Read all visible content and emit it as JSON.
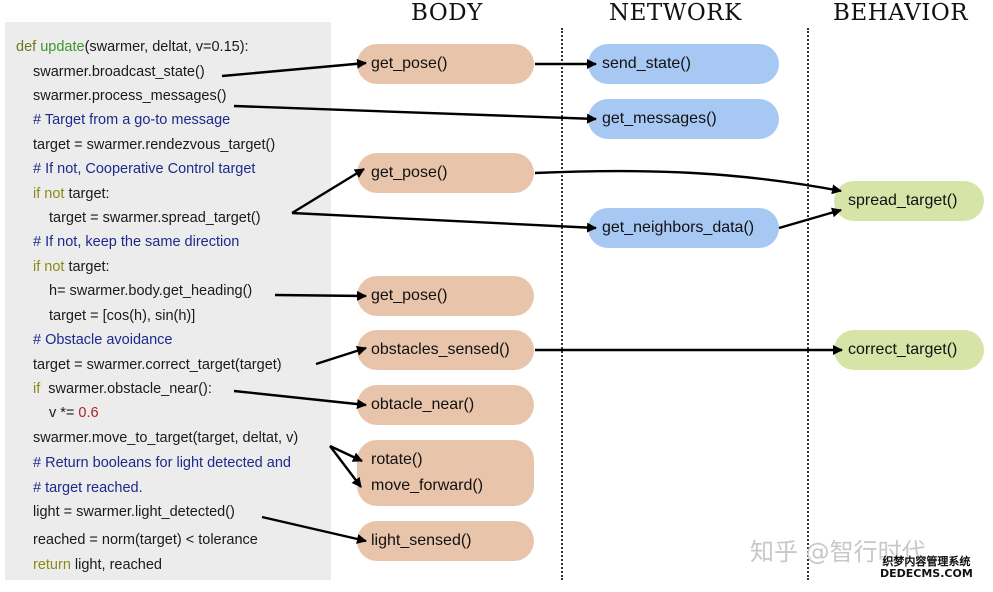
{
  "headers": {
    "body": "BODY",
    "network": "NETWORK",
    "behavior": "BEHAVIOR"
  },
  "code": {
    "l1": {
      "kw": "def",
      "fn": "update",
      "rest": "(swarmer, deltat, v=0.15):"
    },
    "l2": "swarmer.broadcast_state()",
    "l3": "swarmer.process_messages()",
    "l4": "# Target from a go-to message",
    "l5": "target = swarmer.rendezvous_target()",
    "l6": "# If not, Cooperative Control target",
    "l7": {
      "kw": "if not",
      "rest": " target:"
    },
    "l8": "target = swarmer.spread_target()",
    "l9": "# If not, keep the same direction",
    "l10": {
      "kw": "if not",
      "rest": " target:"
    },
    "l11": "h= swarmer.body.get_heading()",
    "l12": "target = [cos(h), sin(h)]",
    "l13": "# Obstacle avoidance",
    "l14": "target = swarmer.correct_target(target)",
    "l15": {
      "kw": "if",
      "rest": "  swarmer.obstacle_near():"
    },
    "l16": {
      "pre": "v *= ",
      "num": "0.6"
    },
    "l17": "swarmer.move_to_target(target, deltat, v)",
    "l18": "# Return booleans for light detected and",
    "l19": "# target reached.",
    "l20": "light = swarmer.light_detected()",
    "l21": "reached = norm(target) < tolerance",
    "l22": {
      "kw": "return",
      "rest": " light, reached"
    }
  },
  "nodes": {
    "body": {
      "get_pose_1": "get_pose()",
      "get_pose_2": "get_pose()",
      "get_pose_3": "get_pose()",
      "obstacles_sensed": "obstacles_sensed()",
      "obtacle_near": "obtacle_near()",
      "rotate": "rotate()",
      "move_forward": "move_forward()",
      "light_sensed": "light_sensed()"
    },
    "network": {
      "send_state": "send_state()",
      "get_messages": "get_messages()",
      "get_neighbors_data": "get_neighbors_data()"
    },
    "behavior": {
      "spread_target": "spread_target()",
      "correct_target": "correct_target()"
    }
  },
  "colors": {
    "body_node": "#e8c4aa",
    "network_node": "#a8c8f4",
    "behavior_node": "#d7e4a8",
    "comment": "#1c2a8c",
    "keyword": "#8a8a1a",
    "function_name": "#3a9a2a",
    "number": "#b02020"
  },
  "watermark": {
    "text": "知乎 @智行时代",
    "badge_line1": "织梦内容管理系统",
    "badge_line2": "DEDECMS.COM"
  }
}
